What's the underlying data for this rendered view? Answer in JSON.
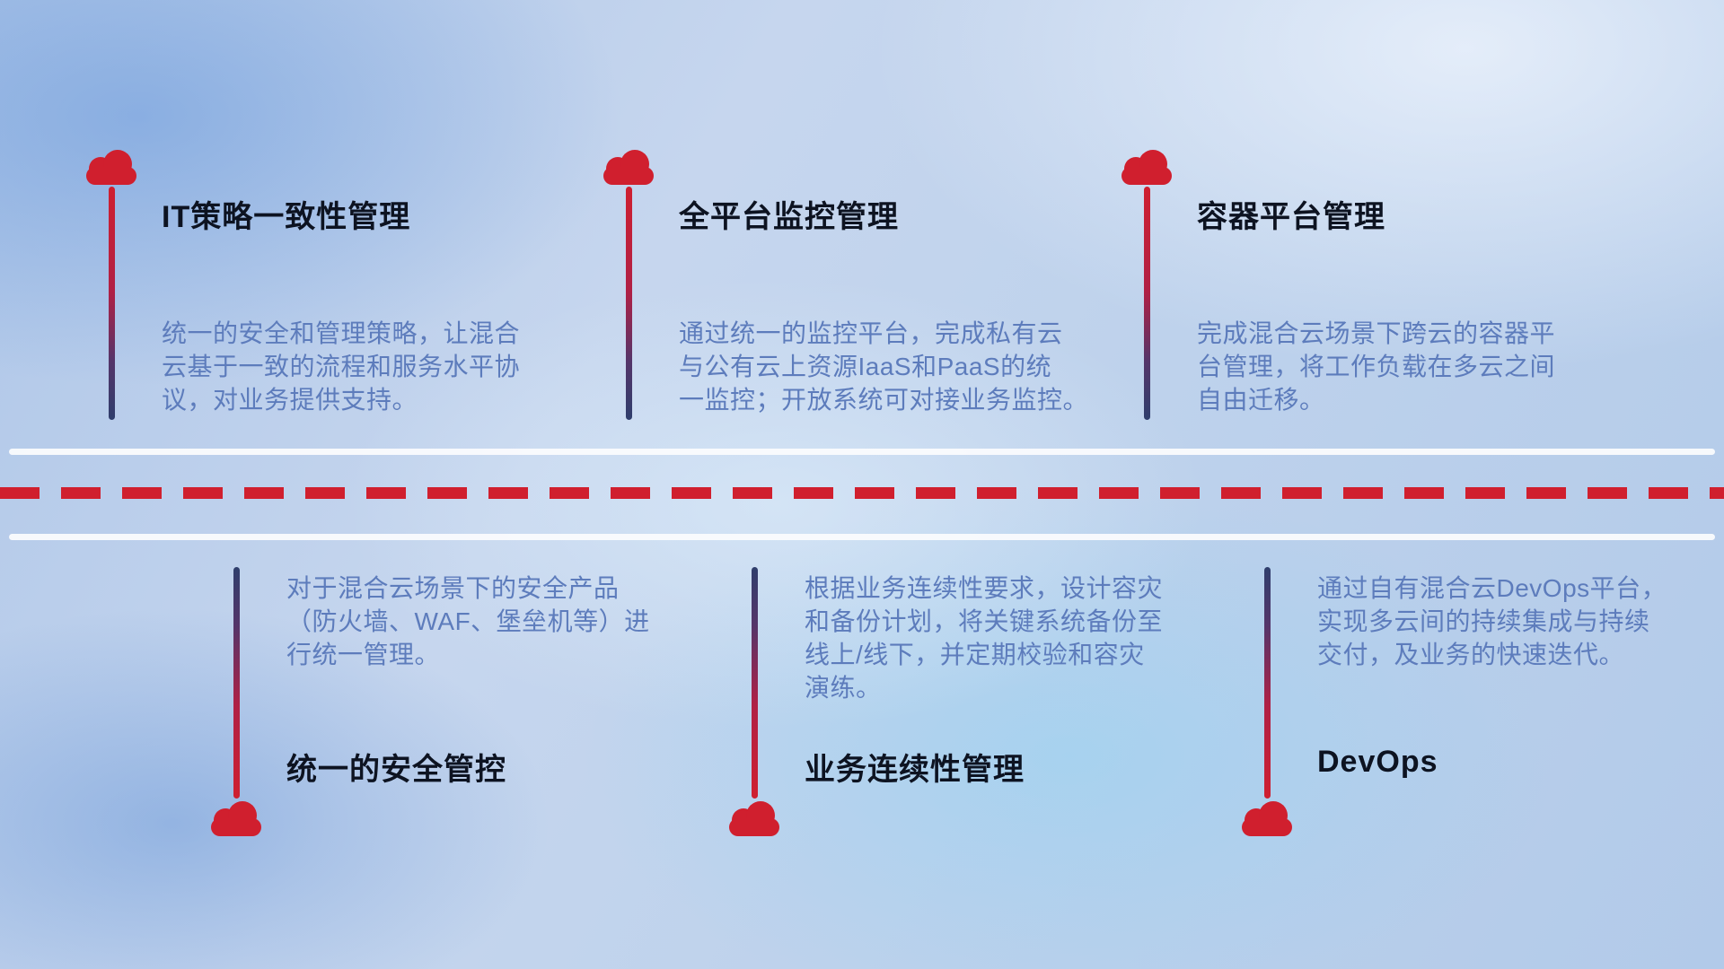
{
  "meta": {
    "type": "hybrid-cloud-capability-infographic",
    "language": "zh-CN"
  },
  "colors": {
    "accent_red": "#d01f2e",
    "line_navy": "#2f3e6c",
    "title_text": "#0d1321",
    "desc_text": "#5d7cbc",
    "road_white": "#fafbfd",
    "background_blue": "#bed2ec"
  },
  "icons": {
    "milestone_marker": "cloud-icon"
  },
  "top_items": [
    {
      "title": "IT策略一致性管理",
      "desc": "统一的安全和管理策略，让混合\n云基于一致的流程和服务水平协\n议，对业务提供支持。"
    },
    {
      "title": "全平台监控管理",
      "desc": "通过统一的监控平台，完成私有云\n与公有云上资源IaaS和PaaS的统\n一监控；开放系统可对接业务监控。"
    },
    {
      "title": "容器平台管理",
      "desc": "完成混合云场景下跨云的容器平\n台管理，将工作负载在多云之间\n自由迁移。"
    }
  ],
  "bottom_items": [
    {
      "title": "统一的安全管控",
      "desc": "对于混合云场景下的安全产品\n（防火墙、WAF、堡垒机等）进\n行统一管理。"
    },
    {
      "title": "业务连续性管理",
      "desc": "根据业务连续性要求，设计容灾\n和备份计划，将关键系统备份至\n线上/线下，并定期校验和容灾\n演练。"
    },
    {
      "title": "DevOps",
      "desc": "通过自有混合云DevOps平台，\n实现多云间的持续集成与持续\n交付，及业务的快速迭代。"
    }
  ]
}
